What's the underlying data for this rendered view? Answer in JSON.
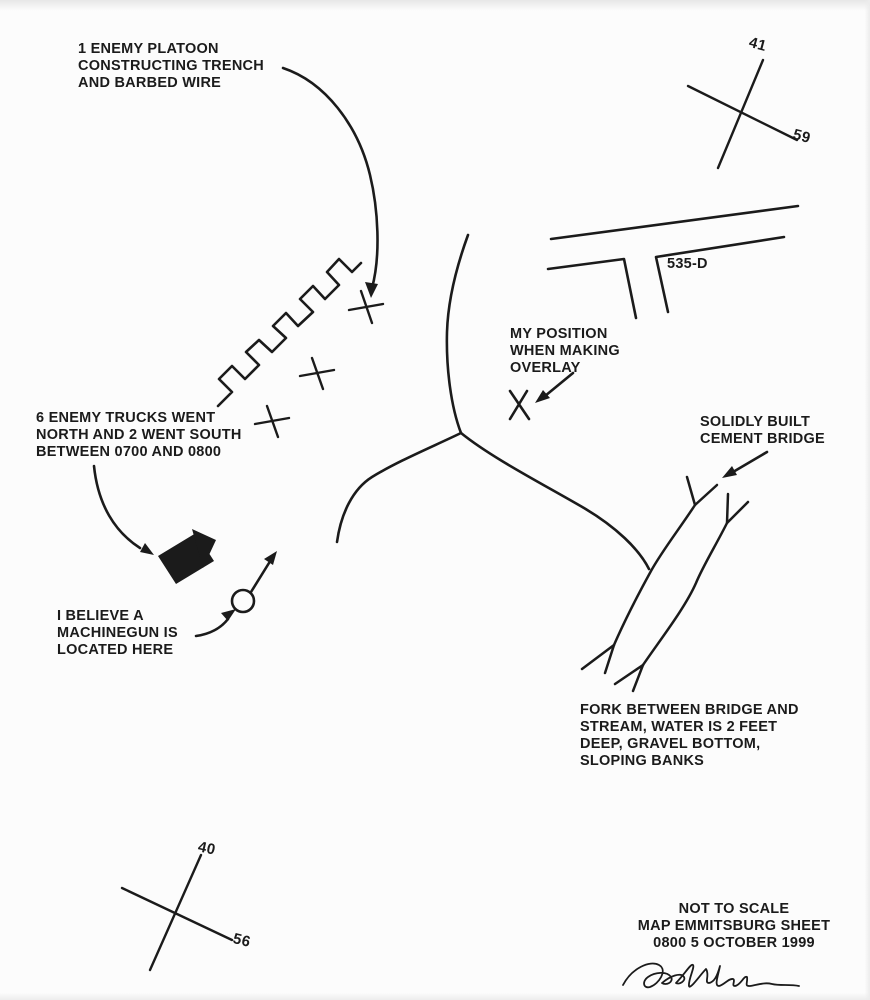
{
  "page": {
    "kind": "hand-drawn military map overlay sketch",
    "paper_color": "#fcfcfc",
    "ink_color": "#1b1b1b"
  },
  "annotations": {
    "enemy_platoon": "1 ENEMY PLATOON\nCONSTRUCTING TRENCH\nAND BARBED WIRE",
    "enemy_trucks": "6 ENEMY TRUCKS WENT\nNORTH AND 2 WENT SOUTH\nBETWEEN 0700 AND 0800",
    "machinegun_belief": "I BELIEVE A\nMACHINEGUN IS\nLOCATED HERE",
    "my_position": "MY POSITION\nWHEN MAKING\nOVERLAY",
    "cement_bridge": "SOLIDLY BUILT\nCEMENT BRIDGE",
    "stream_fork": "FORK BETWEEN BRIDGE AND\nSTREAM, WATER IS 2 FEET\nDEEP, GRAVEL BOTTOM,\nSLOPING BANKS"
  },
  "road_label": "535-D",
  "grid_references": {
    "top_right": {
      "north_label": "41",
      "east_label": "59"
    },
    "bottom_left": {
      "north_label": "40",
      "east_label": "56"
    }
  },
  "footer": {
    "scale_note": "NOT TO SCALE",
    "map_sheet": "MAP EMMITSBURG SHEET",
    "date_time_group": "0800 5 OCTOBER 1999"
  },
  "symbols": {
    "trench": "zigzag-trench-line",
    "barbed_wire": "x-marks",
    "enemy_flag": "solid-black-flag-symbol",
    "machinegun": "circle-with-arrow-symbol",
    "position_marker": "x-marker",
    "grid_cross": "diagonal-grid-intersection-cross",
    "signature": "handwritten-signature"
  }
}
